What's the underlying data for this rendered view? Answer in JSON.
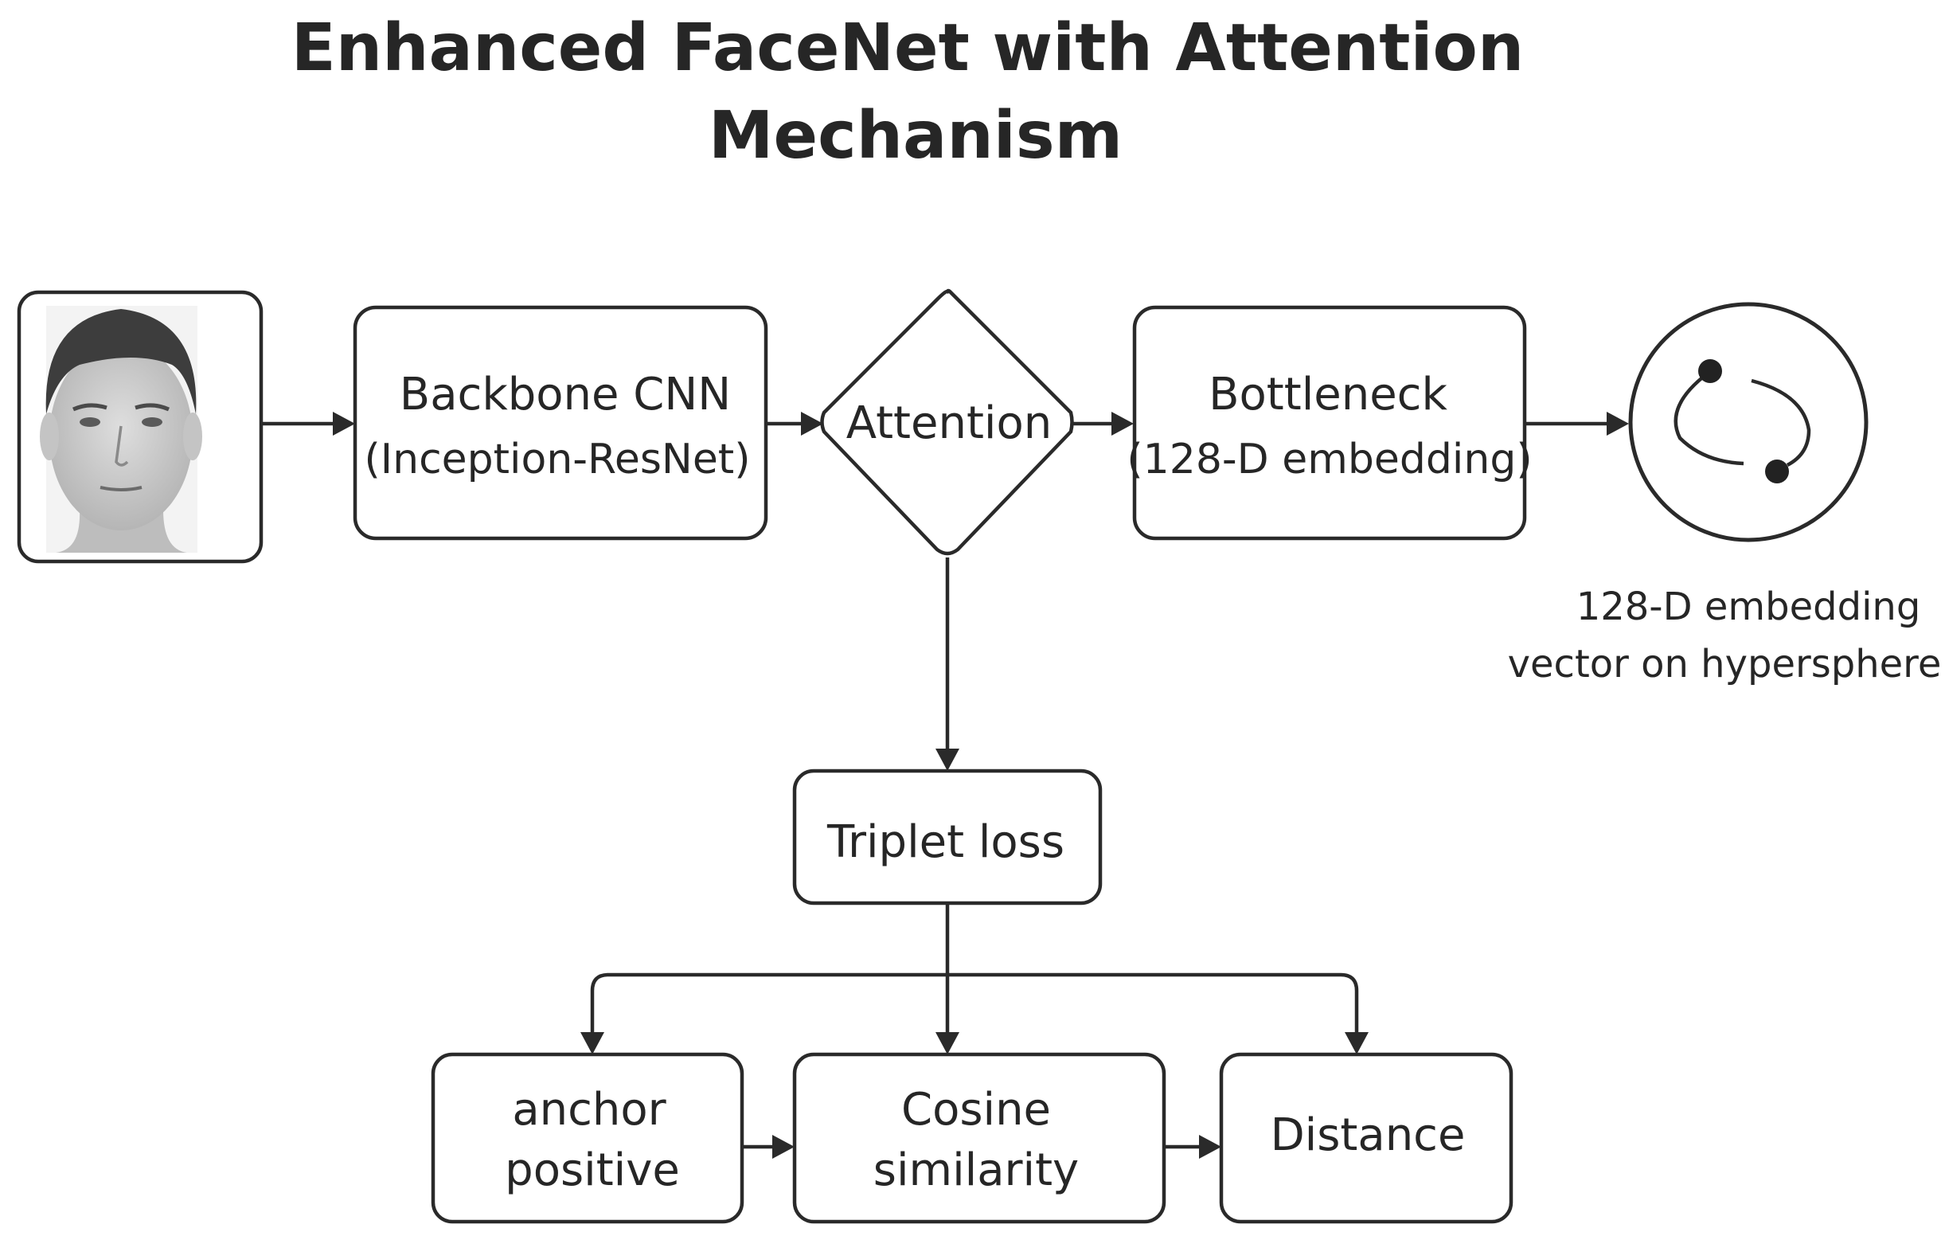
{
  "title": {
    "line1": "Enhanced FaceNet with Attention",
    "line2": "Mechanism"
  },
  "input_image": {
    "label": "face-photo"
  },
  "backbone": {
    "line1": "Backbone CNN",
    "line2": "(Inception-ResNet)"
  },
  "attention": {
    "label": "Attention"
  },
  "bottleneck": {
    "line1": "Bottleneck",
    "line2": "(128-D embedding)"
  },
  "hypersphere": {
    "caption_line1": "128-D embedding",
    "caption_line2": "vector on hypersphere"
  },
  "triplet_loss": {
    "label": "Triplet loss"
  },
  "anchor_positive": {
    "line1": "anchor",
    "line2": "positive"
  },
  "cosine_similarity": {
    "line1": "Cosine",
    "line2": "similarity"
  },
  "distance": {
    "label": "Distance"
  },
  "colors": {
    "stroke": "#2a2a2a",
    "text": "#262626",
    "background": "#ffffff"
  }
}
